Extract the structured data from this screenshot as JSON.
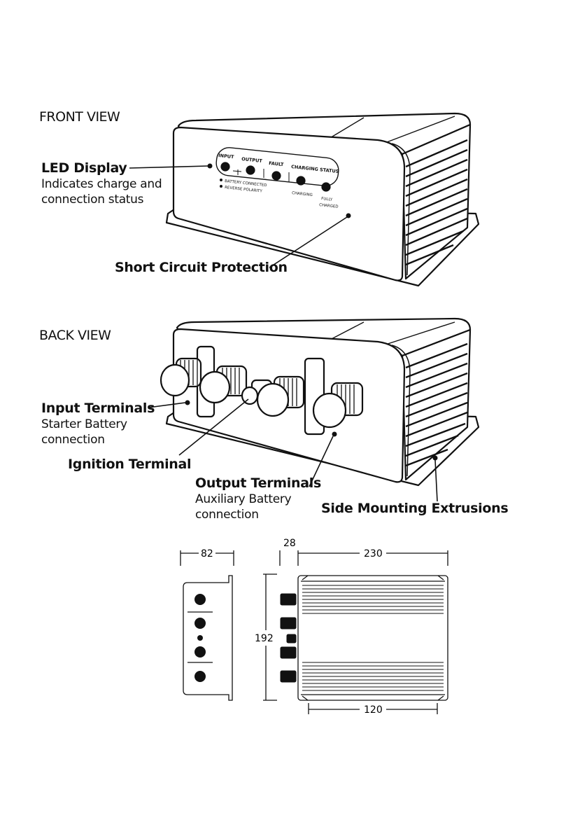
{
  "front_view": {
    "title": "FRONT VIEW",
    "led_display": {
      "title": "LED Display",
      "desc_line1": "Indicates charge and",
      "desc_line2": "connection status"
    },
    "short_circuit": {
      "title": "Short Circuit Protection"
    },
    "panel": {
      "input": "INPUT",
      "output": "OUTPUT",
      "fault": "FAULT",
      "charging_status": "CHARGING STATUS",
      "battery_connected": "BATTERY CONNECTED",
      "reverse_polarity": "REVERSE POLARITY",
      "charging": "CHARGING",
      "fully": "FULLY",
      "charged": "CHARGED"
    }
  },
  "back_view": {
    "title": "BACK VIEW",
    "input_terminals": {
      "title": "Input Terminals",
      "desc_line1": "Starter Battery",
      "desc_line2": "connection"
    },
    "ignition_terminal": {
      "title": "Ignition Terminal"
    },
    "output_terminals": {
      "title": "Output Terminals",
      "desc_line1": "Auxiliary Battery",
      "desc_line2": "connection"
    },
    "side_mounting": {
      "title": "Side Mounting Extrusions"
    }
  },
  "dimensions": {
    "depth": "82",
    "terminal": "28",
    "length": "230",
    "height": "192",
    "mount": "120"
  }
}
